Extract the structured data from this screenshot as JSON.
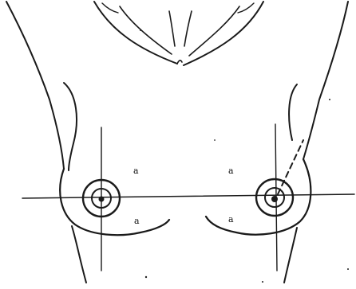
{
  "diagram": {
    "labels": {
      "upper_left": "a",
      "upper_right": "a",
      "lower_left": "a",
      "lower_right": "a"
    }
  }
}
